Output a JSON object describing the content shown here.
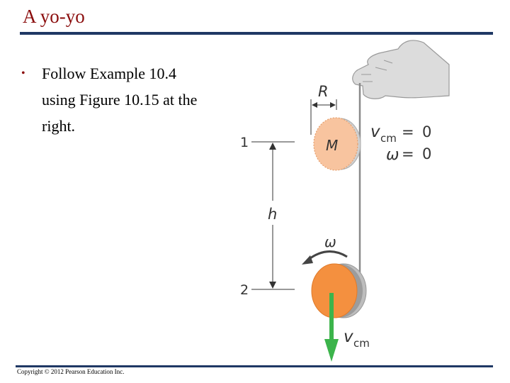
{
  "slide": {
    "title": "A yo-yo",
    "bullet": "Follow Example 10.4 using Figure 10.15 at the right.",
    "copyright": "Copyright © 2012 Pearson Education Inc."
  },
  "figure": {
    "label_R": "R",
    "label_M": "M",
    "label_h": "h",
    "label_omega": "ω",
    "level_1": "1",
    "level_2": "2",
    "eq_v": "v",
    "eq_v_sub": "cm",
    "eq_equals": "=",
    "eq_zero": "0",
    "vcm_label": "v",
    "vcm_sub": "cm",
    "colors": {
      "yoyo_top": "#f8c49f",
      "yoyo_bottom": "#f4903f",
      "arrow": "#3cb44b",
      "title": "#8b0e0e",
      "rules": "#1f3864"
    }
  }
}
